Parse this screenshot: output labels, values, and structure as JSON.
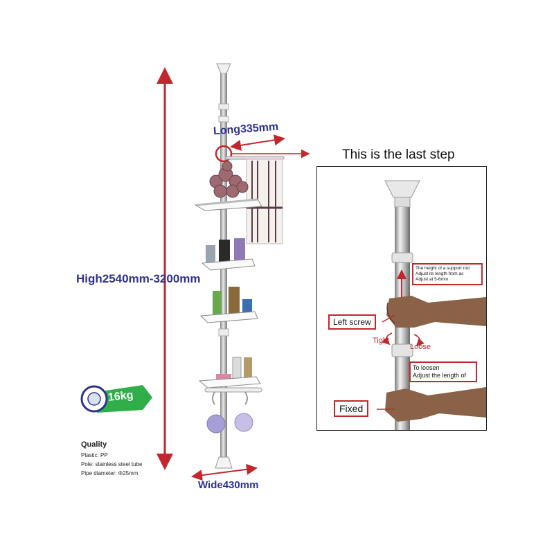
{
  "dimensions": {
    "height": "High2540mm-3200mm",
    "long": "Long335mm",
    "wide": "Wide430mm"
  },
  "badge": {
    "weight": "16kg"
  },
  "quality": {
    "title": "Quality",
    "lines": [
      "Plastic: PP",
      "Pole: stainless steel tube",
      "Pipe diameter: Φ25mm"
    ]
  },
  "inset": {
    "heading": "This is the last step",
    "note_lines": [
      "The height of a support rod",
      "Adjust its length from as",
      "Adjust at 5-6mm"
    ],
    "left_screw": "Left screw",
    "tight": "Tight",
    "loose": "Loose",
    "loosen_lines": [
      "To loosen",
      "Adjust the length of"
    ],
    "fixed": "Fixed"
  },
  "colors": {
    "arrow": "#c1272d",
    "label": "#2e3192",
    "badge_green": "#2fae4a"
  }
}
